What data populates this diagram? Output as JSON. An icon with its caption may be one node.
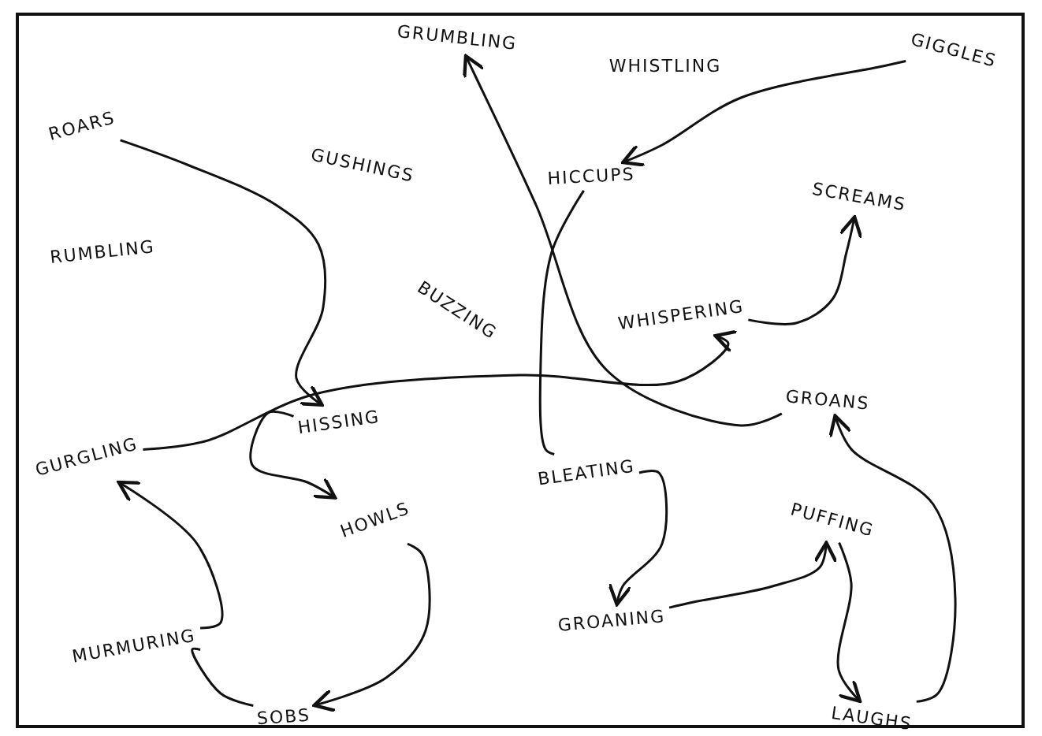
{
  "diagram": {
    "nodes": [
      {
        "text": [
          "ROARS"
        ]
      },
      {
        "text": [
          "GRUMBLING"
        ]
      },
      {
        "text": [
          "GIGGLES"
        ]
      },
      {
        "text": [
          "HICCUPS"
        ]
      },
      {
        "text": [
          "SCREAMS"
        ]
      },
      {
        "text": [
          "WHISPERING"
        ]
      },
      {
        "text": [
          "GURGLING"
        ]
      },
      {
        "text": [
          "HISSING"
        ]
      },
      {
        "text": [
          "HOWLS"
        ]
      },
      {
        "text": [
          "BLEATING"
        ]
      },
      {
        "text": [
          "GROANS"
        ]
      },
      {
        "text": [
          "PUFFING"
        ]
      },
      {
        "text": [
          "GROANING"
        ]
      },
      {
        "text": [
          "MURMURING"
        ]
      },
      {
        "text": [
          "SOBS"
        ]
      },
      {
        "text": [
          "LAUGHS"
        ]
      }
    ],
    "edges": [
      {
        "from": 0,
        "to": 7,
        "arrow": "to"
      },
      {
        "from": 7,
        "to": 8,
        "arrow": "to"
      },
      {
        "from": 8,
        "to": 14,
        "arrow": "to"
      },
      {
        "from": 14,
        "to": 13,
        "arrow": "none"
      },
      {
        "from": 13,
        "to": 6,
        "arrow": "to"
      },
      {
        "from": 6,
        "to": 5,
        "arrow": "to"
      },
      {
        "from": 5,
        "to": 4,
        "arrow": "to"
      },
      {
        "from": 2,
        "to": 3,
        "arrow": "to"
      },
      {
        "from": 3,
        "to": 9,
        "arrow": "none"
      },
      {
        "from": 9,
        "to": 12,
        "arrow": "to"
      },
      {
        "from": 12,
        "to": 11,
        "arrow": "to"
      },
      {
        "from": 11,
        "to": 15,
        "arrow": "to"
      },
      {
        "from": 15,
        "to": 10,
        "arrow": "to"
      },
      {
        "from": 10,
        "to": 1,
        "arrow": "to"
      }
    ],
    "labels": [
      "WHISTLING",
      "GUSHINGS",
      "RUMBLING",
      "BUZZING"
    ]
  }
}
